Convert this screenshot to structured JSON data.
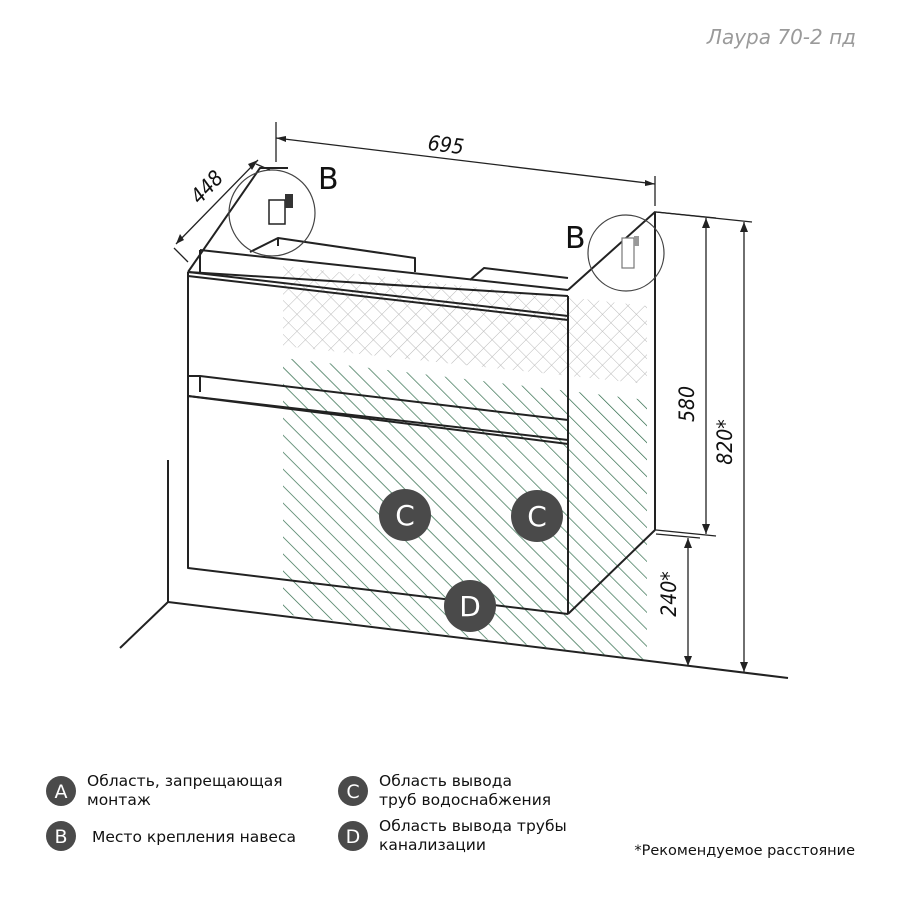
{
  "model_label": "Лаура 70-2 пд",
  "dimensions": {
    "width": "695",
    "depth": "448",
    "height": "580",
    "total_height": "820*",
    "floor_clearance": "240*"
  },
  "markers": {
    "mount_left": "B",
    "mount_right": "B",
    "water_left": "C",
    "water_right": "C",
    "drain": "D"
  },
  "legend": [
    {
      "letter": "A",
      "lines": [
        "Область, запрещающая",
        "монтаж"
      ]
    },
    {
      "letter": "B",
      "lines": [
        "Место крепления навеса"
      ]
    },
    {
      "letter": "C",
      "lines": [
        "Область вывода",
        "труб водоснабжения"
      ]
    },
    {
      "letter": "D",
      "lines": [
        "Область вывода трубы",
        "канализации"
      ]
    }
  ],
  "footnote": "*Рекомендуемое расстояние",
  "colors": {
    "line": "#222222",
    "hatch_green": "#2f6b4a",
    "hatch_grid": "#b9b9b9",
    "marker_fill": "#4a4a4a"
  }
}
